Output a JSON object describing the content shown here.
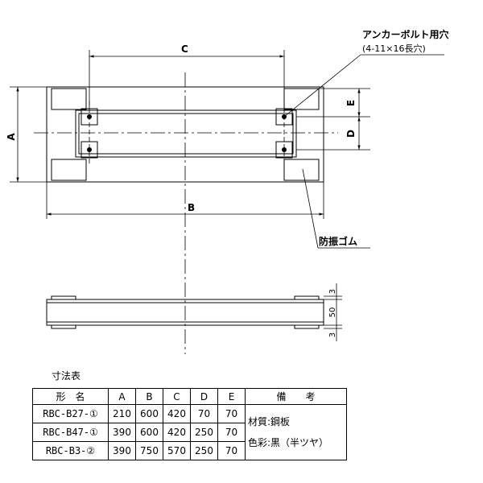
{
  "drawing": {
    "dim_labels": {
      "A": "A",
      "B": "B",
      "C": "C",
      "D": "D",
      "E": "E"
    },
    "anchor_callout": {
      "title": "アンカーボルト用穴",
      "spec": "(4-11×16長穴)"
    },
    "rubber_callout": "防振ゴム",
    "side_view_dims": {
      "top": "3",
      "middle": "50",
      "bottom": "3"
    }
  },
  "table": {
    "title": "寸法表",
    "headers": {
      "model": "形　名",
      "a": "A",
      "b": "B",
      "c": "C",
      "d": "D",
      "e": "E",
      "remarks": "備　　考"
    },
    "rows": [
      {
        "model": "RBC-B27-①",
        "a": "210",
        "b": "600",
        "c": "420",
        "d": "70",
        "e": "70"
      },
      {
        "model": "RBC-B47-①",
        "a": "390",
        "b": "600",
        "c": "420",
        "d": "250",
        "e": "70"
      },
      {
        "model": "RBC-B3-②",
        "a": "390",
        "b": "750",
        "c": "570",
        "d": "250",
        "e": "70"
      }
    ],
    "remarks": {
      "material": "材質:鋼板",
      "color": "色彩:黒（半ツヤ）"
    }
  }
}
